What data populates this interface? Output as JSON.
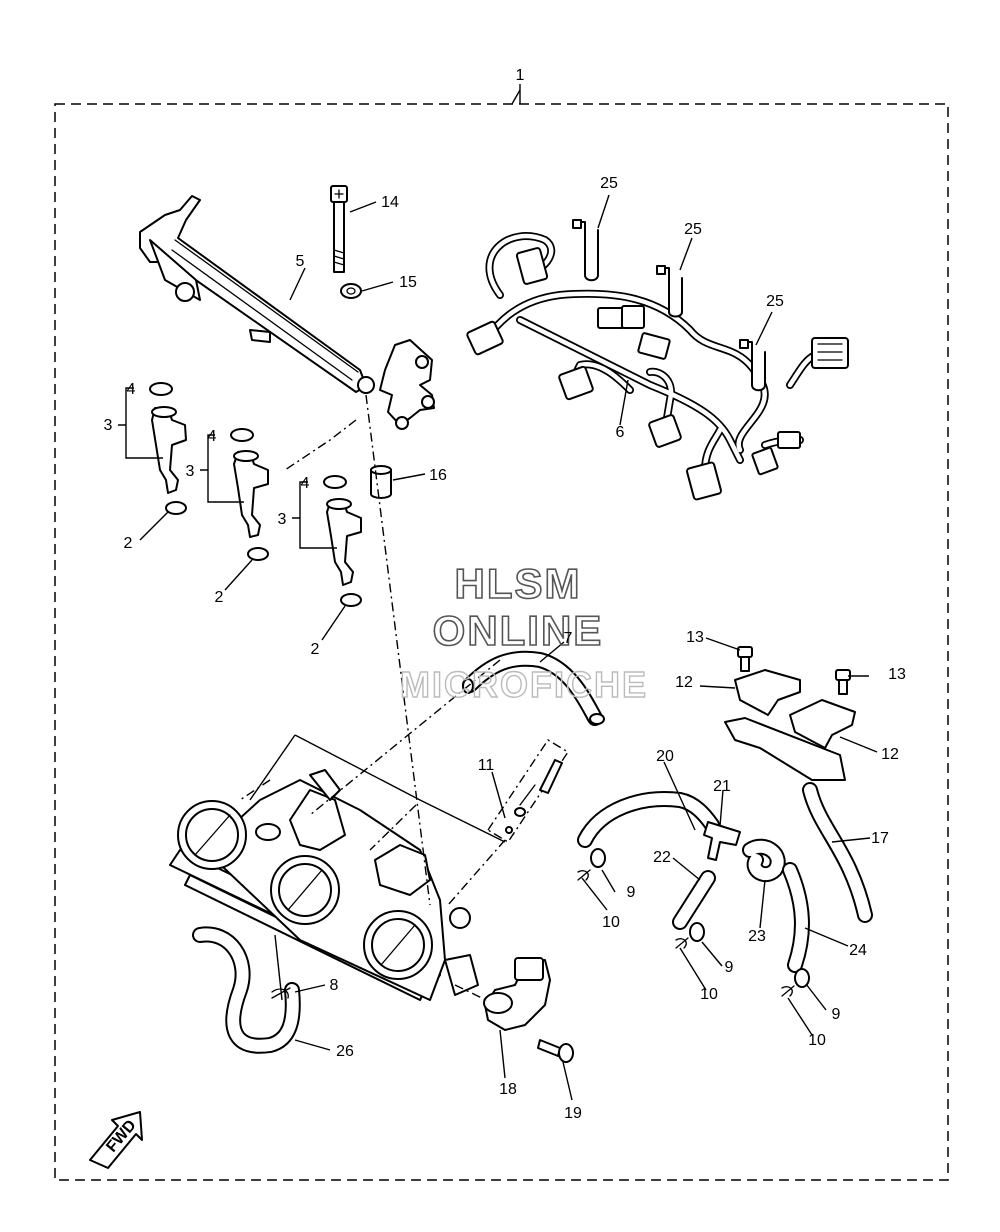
{
  "callouts": {
    "c1": "1",
    "c2a": "2",
    "c2b": "2",
    "c2c": "2",
    "c3a": "3",
    "c3b": "3",
    "c3c": "3",
    "c4a": "4",
    "c4b": "4",
    "c4c": "4",
    "c5": "5",
    "c6": "6",
    "c7": "7",
    "c8": "8",
    "c9a": "9",
    "c9b": "9",
    "c9c": "9",
    "c10a": "10",
    "c10b": "10",
    "c10c": "10",
    "c11": "11",
    "c12a": "12",
    "c12b": "12",
    "c13a": "13",
    "c13b": "13",
    "c14": "14",
    "c15": "15",
    "c16": "16",
    "c17": "17",
    "c18": "18",
    "c19": "19",
    "c20": "20",
    "c21": "21",
    "c22": "22",
    "c23": "23",
    "c24": "24",
    "c25a": "25",
    "c25b": "25",
    "c25c": "25",
    "c26": "26"
  },
  "watermark": {
    "line1": "HLSM",
    "line2": "ONLINE",
    "line3": "MICROFICHE"
  },
  "fwd_label": "FWD"
}
